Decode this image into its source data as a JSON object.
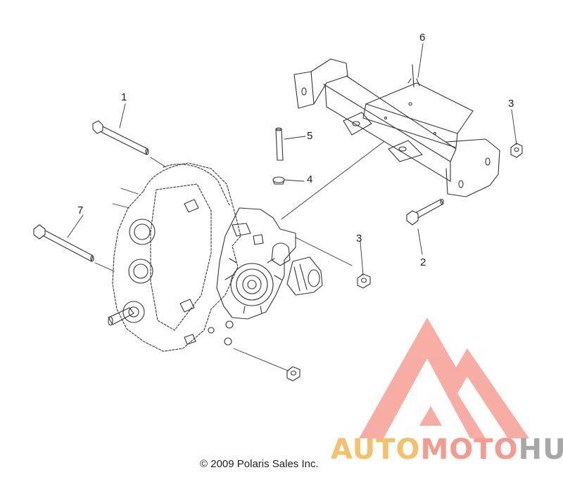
{
  "callouts": [
    {
      "id": "1",
      "label": "1"
    },
    {
      "id": "2",
      "label": "2"
    },
    {
      "id": "3a",
      "label": "3"
    },
    {
      "id": "3b",
      "label": "3"
    },
    {
      "id": "4",
      "label": "4"
    },
    {
      "id": "5",
      "label": "5"
    },
    {
      "id": "6",
      "label": "6"
    },
    {
      "id": "7",
      "label": "7"
    }
  ],
  "copyright": "2009 Polaris Sales Inc.",
  "watermark": {
    "part1": "AUTO",
    "part2": "MOTO",
    "part3": "HUB",
    "colors": {
      "auto": "#f5c06a",
      "moto": "#f49a8e",
      "hub": "#a7a7a7",
      "logo": "#f7a79c"
    }
  }
}
